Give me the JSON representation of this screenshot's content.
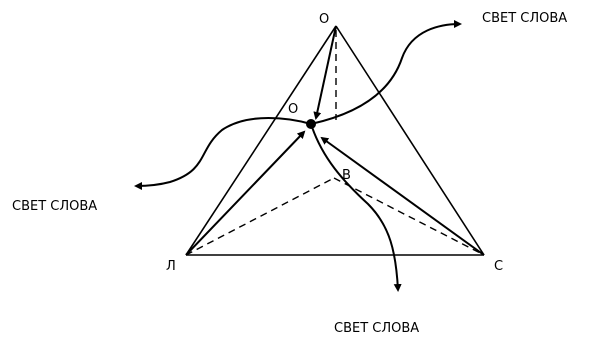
{
  "vertices": {
    "top": "O",
    "center": "O",
    "left": "Л",
    "right": "С",
    "inner": "В"
  },
  "rays": {
    "top_right": "СВЕТ СЛОВА",
    "left": "СВЕТ СЛОВА",
    "bottom": "СВЕТ СЛОВА"
  }
}
